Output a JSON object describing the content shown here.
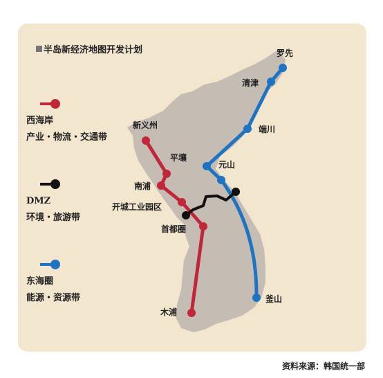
{
  "title": "半岛新经济地图开发计划",
  "legend": [
    {
      "name": "西海岸",
      "desc": "产业・物流・交通带",
      "color": "#c0283a"
    },
    {
      "name": "DMZ",
      "desc": "环境・旅游带",
      "color": "#111111"
    },
    {
      "name": "东海圈",
      "desc": "能源・资源带",
      "color": "#1f74c2"
    }
  ],
  "cities": {
    "rason": "罗先",
    "chongjin": "清津",
    "tanchon": "端川",
    "wonsan": "元山",
    "sinuiju": "新义州",
    "pyongyang": "平壤",
    "nampo": "南浦",
    "kaesong": "开城工业园区",
    "seoul": "首都圈",
    "mokpo": "木浦",
    "busan": "釜山"
  },
  "colors": {
    "panel": "#f3e6cf",
    "land": "#c5bdb4",
    "west": "#c0283a",
    "dmz": "#111111",
    "east": "#1f74c2"
  },
  "source": "资料来源：韩国统一部"
}
